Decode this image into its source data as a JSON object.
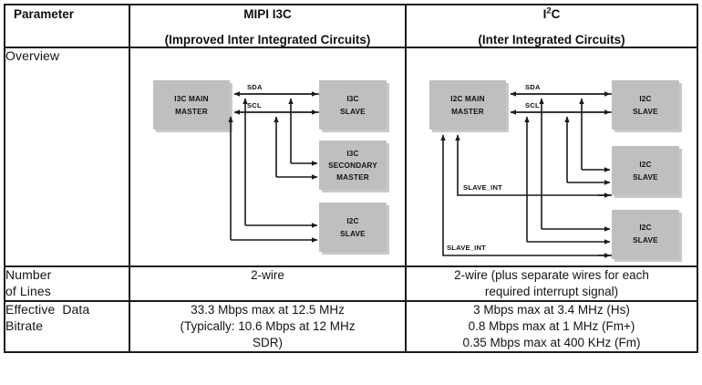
{
  "table": {
    "header": {
      "parameter": "Parameter",
      "i3c_line1": "MIPI I3C",
      "i3c_line2": "(Improved Inter Integrated Circuits)",
      "i2c_line1_pre": "I",
      "i2c_line1_sup": "2",
      "i2c_line1_post": "C",
      "i2c_line2": "(Inter Integrated Circuits)"
    },
    "rows": [
      {
        "label_lines": [
          "Overview"
        ],
        "type": "diagram"
      },
      {
        "label_lines": [
          "Number",
          "of Lines"
        ],
        "type": "text",
        "i3c_lines": [
          "2-wire"
        ],
        "i2c_lines": [
          "2-wire (plus separate wires for each",
          "required interrupt signal)"
        ]
      },
      {
        "label_lines": [
          "Effective  Data",
          "Bitrate"
        ],
        "type": "text",
        "i3c_lines": [
          "33.3 Mbps max at 12.5 MHz",
          "(Typically: 10.6 Mbps at 12 MHz",
          "SDR)"
        ],
        "i2c_lines": [
          "3 Mbps max at 3.4 MHz (Hs)",
          "0.8 Mbps max at 1 MHz (Fm+)",
          "0.35 Mbps max at 400 KHz (Fm)"
        ]
      }
    ]
  },
  "diagram_i3c": {
    "nodes": [
      {
        "id": "main",
        "lines": [
          "I3C MAIN",
          "MASTER"
        ]
      },
      {
        "id": "slave1",
        "lines": [
          "I3C",
          "SLAVE"
        ]
      },
      {
        "id": "secmaster",
        "lines": [
          "I3C",
          "SECONDARY",
          "MASTER"
        ]
      },
      {
        "id": "slave2",
        "lines": [
          "I2C",
          "SLAVE"
        ]
      }
    ],
    "wire_labels": [
      "SDA",
      "SCL"
    ]
  },
  "diagram_i2c": {
    "nodes": [
      {
        "id": "main",
        "lines": [
          "I2C MAIN",
          "MASTER"
        ]
      },
      {
        "id": "slave1",
        "lines": [
          "I2C",
          "SLAVE"
        ]
      },
      {
        "id": "slave2",
        "lines": [
          "I2C",
          "SLAVE"
        ]
      },
      {
        "id": "slave3",
        "lines": [
          "I2C",
          "SLAVE"
        ]
      }
    ],
    "wire_labels": [
      "SDA",
      "SCL",
      "SLAVE_INT",
      "SLAVE_INT"
    ]
  },
  "colors": {
    "header_bg": "#dededd",
    "box_fill": "#bfbfbf",
    "border": "#1a1a1a",
    "text": "#141414"
  }
}
